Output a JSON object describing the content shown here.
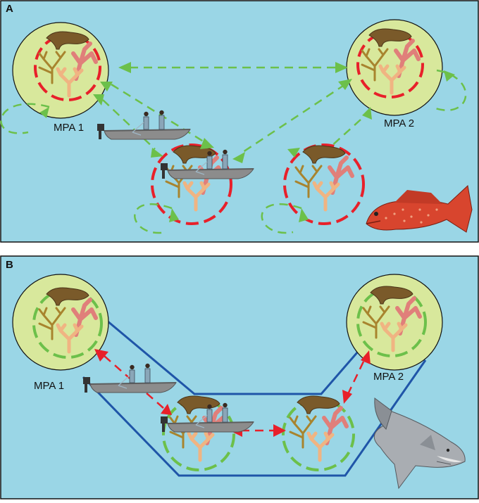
{
  "panels": [
    {
      "letter": "A",
      "mpa_labels": [
        "MPA 1",
        "MPA 2"
      ],
      "predator": "fish",
      "colors": {
        "water": "#9ad6e6",
        "mpa_fill": "#d8e89c",
        "ring": "#e8202a",
        "arrow": "#6cc04a"
      }
    },
    {
      "letter": "B",
      "mpa_labels": [
        "MPA 1",
        "MPA 2"
      ],
      "predator": "shark",
      "colors": {
        "water": "#9ad6e6",
        "mpa_fill": "#d8e89c",
        "ring": "#6cc04a",
        "arrow": "#e8202a",
        "corridor": "#1f55a8"
      }
    }
  ],
  "icons": [
    "boat-with-fishers-icon",
    "coral-cluster-icon",
    "grouper-fish-icon",
    "shark-icon"
  ]
}
